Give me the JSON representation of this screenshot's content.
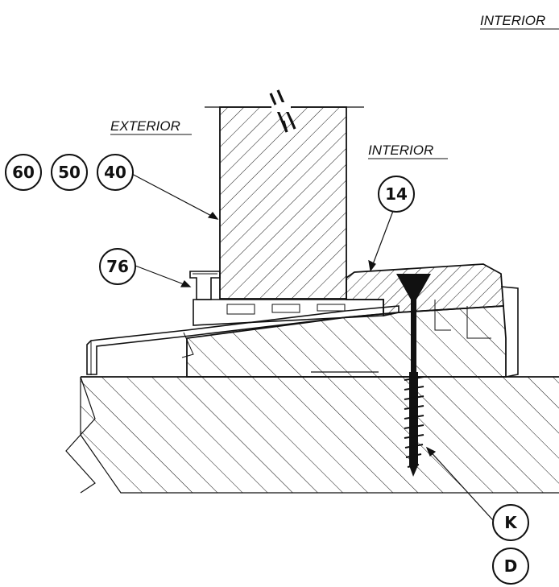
{
  "labels": {
    "top_right": "INTERIOR",
    "exterior": "EXTERIOR",
    "interior": "INTERIOR"
  },
  "callouts": {
    "c60": "60",
    "c50": "50",
    "c40": "40",
    "c14": "14",
    "c76": "76",
    "cK": "K",
    "cD": "D"
  },
  "colors": {
    "line": "#111111",
    "background": "#ffffff"
  }
}
